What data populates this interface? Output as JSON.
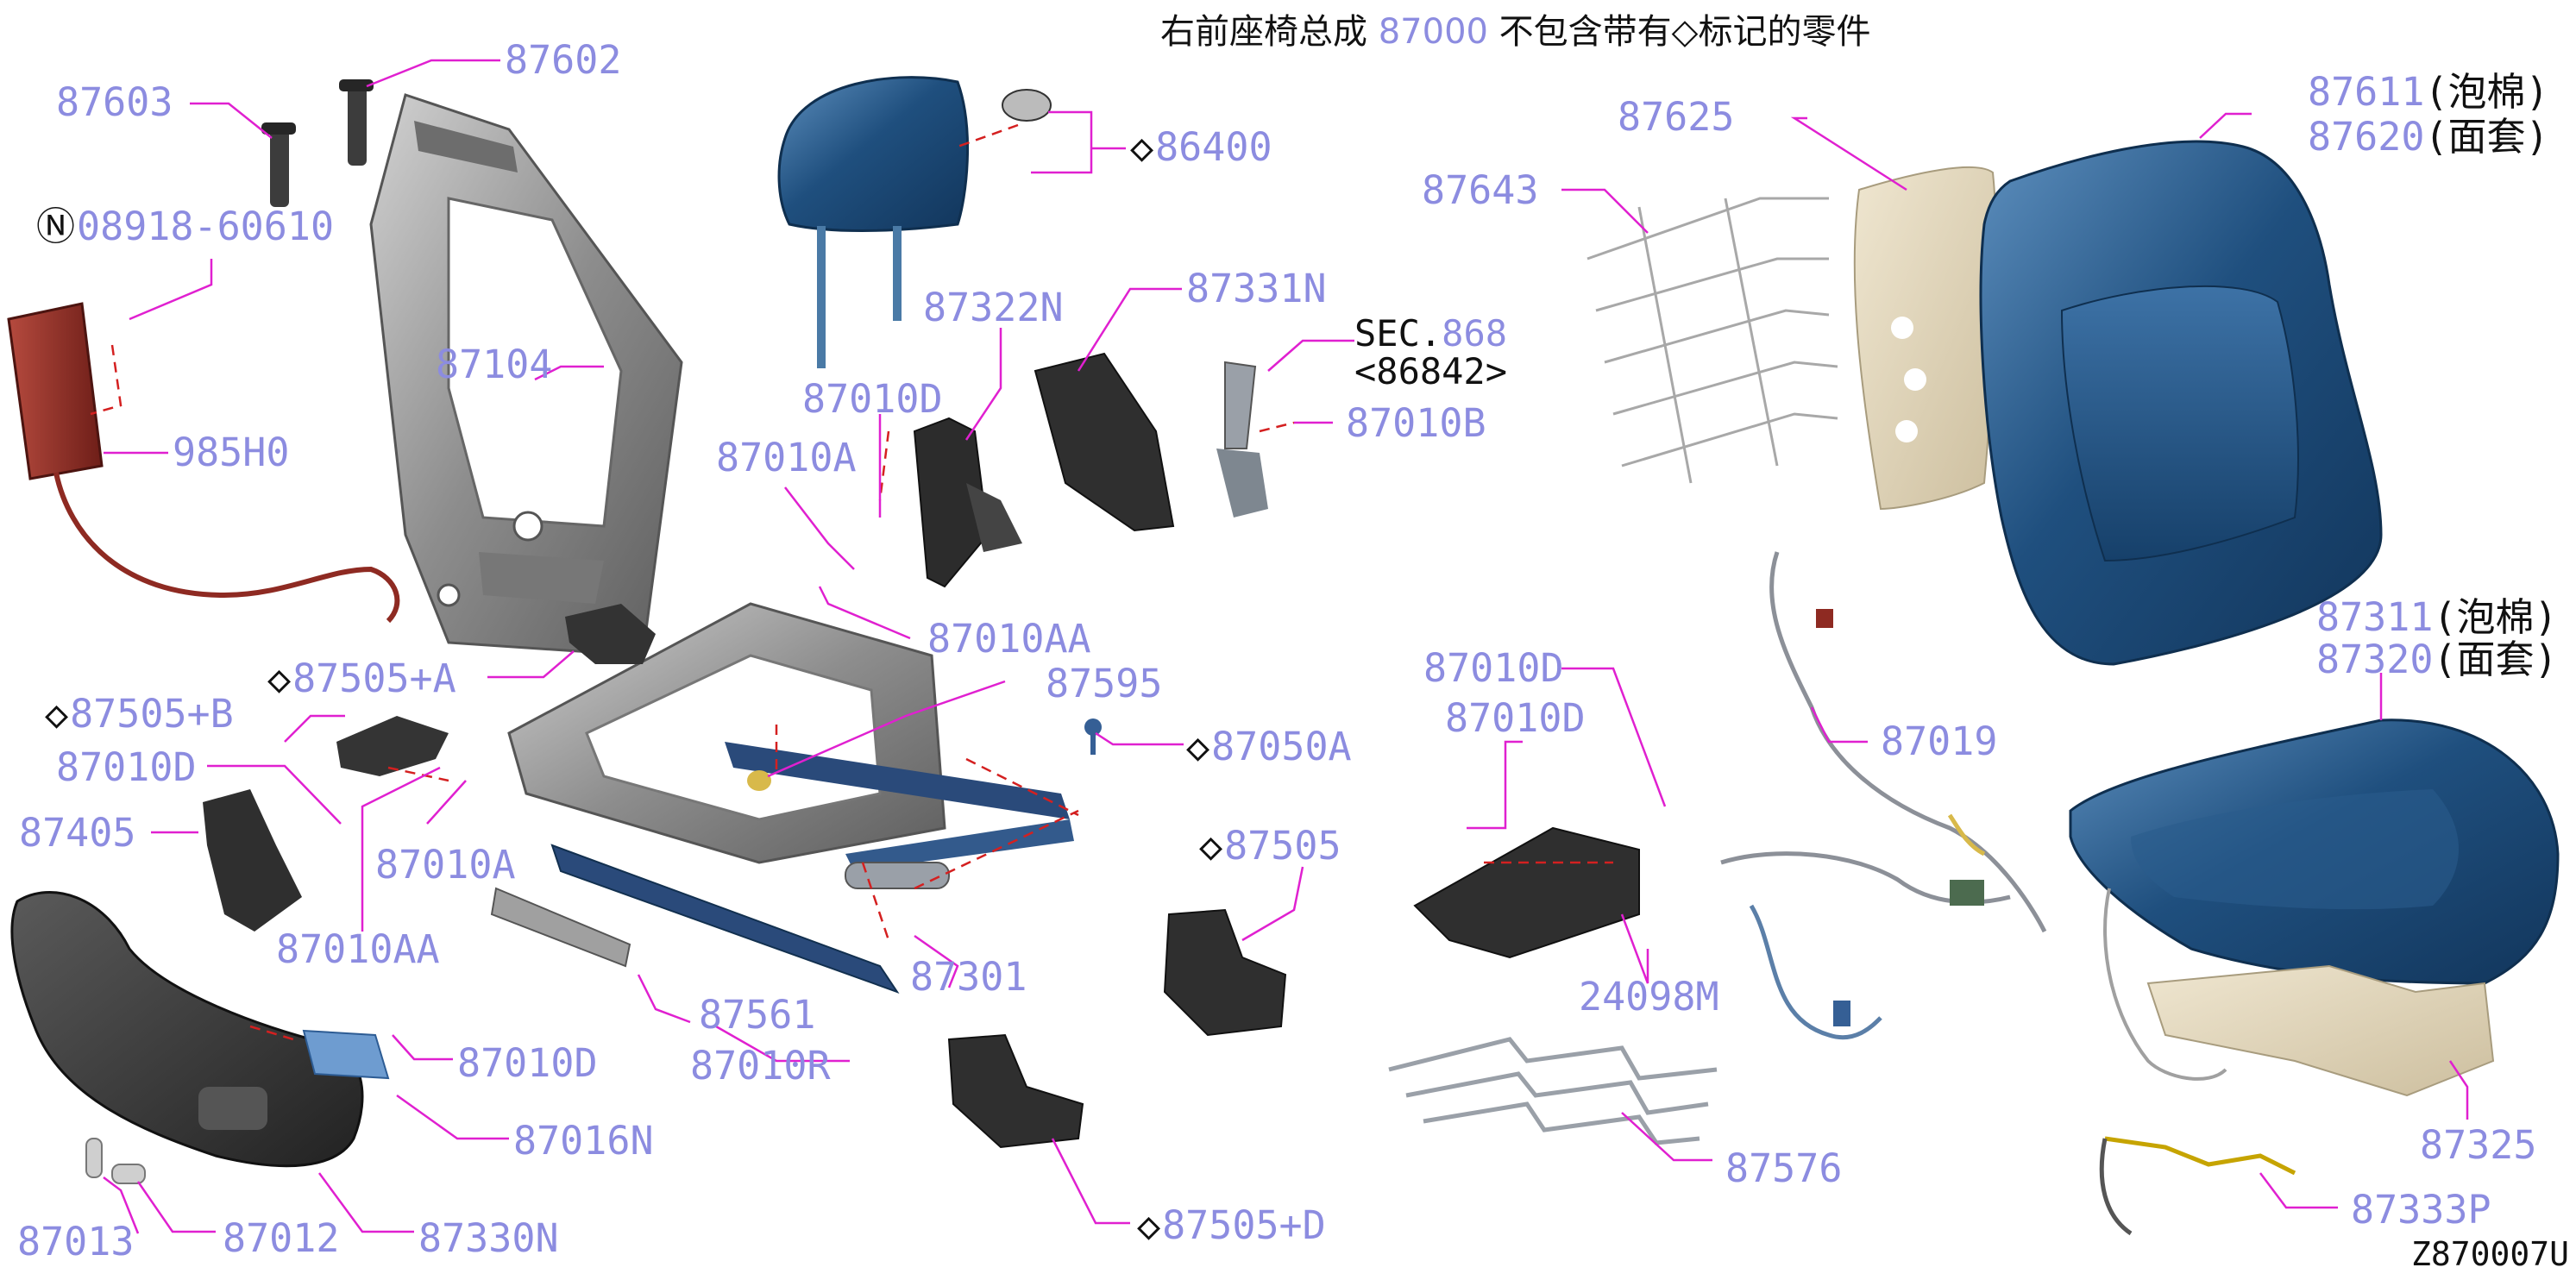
{
  "title": {
    "prefix": "右前座椅总成 ",
    "code": "87000",
    "suffix": " 不包含带有◇标记的零件"
  },
  "figure_code": "Z870007U",
  "symbols": {
    "diamond": "◇",
    "n_circled": "Ⓝ"
  },
  "sec": {
    "line1_prefix": "SEC.",
    "line1_code": "868",
    "line2": "<86842>"
  },
  "labels": {
    "p87603": "87603",
    "p87602": "87602",
    "p08918": "08918-60610",
    "p87104": "87104",
    "p985H0": "985H0",
    "p86400": "86400",
    "p87322N": "87322N",
    "p87331N": "87331N",
    "p87010D_1": "87010D",
    "p87010A_1": "87010A",
    "p87010B": "87010B",
    "p87625": "87625",
    "p87611": "87611",
    "p87611_note": "(泡棉)",
    "p87620": "87620",
    "p87620_note": "(面套)",
    "p87643": "87643",
    "p87505A": "87505+A",
    "p87010AA_1": "87010AA",
    "p87595": "87595",
    "p87505B": "87505+B",
    "p87050A": "87050A",
    "p87010D_2": "87010D",
    "p87405": "87405",
    "p87010A_2": "87010A",
    "p87010AA_2": "87010AA",
    "p87505": "87505",
    "p87301": "87301",
    "p87561": "87561",
    "p87010D_3": "87010D",
    "p87010R": "87010R",
    "p87016N": "87016N",
    "p87013": "87013",
    "p87012": "87012",
    "p87330N": "87330N",
    "p87505D": "87505+D",
    "p87010D_4": "87010D",
    "p87010D_5": "87010D",
    "p87019": "87019",
    "p24098M": "24098M",
    "p87576": "87576",
    "p87311": "87311",
    "p87311_note": "(泡棉)",
    "p87320": "87320",
    "p87320_note": "(面套)",
    "p87325": "87325",
    "p87333P": "87333P"
  },
  "colors": {
    "label": "#8c8ce0",
    "leader": "#e020d0",
    "dash": "#d42020",
    "blue": "#1f4f7e",
    "blue_light": "#5a8fbf",
    "frame": "#8c8c8c",
    "dark": "#2e2e2e",
    "red": "#8e2a22",
    "beige": "#e2d8bf",
    "wire": "#9aa0a8"
  }
}
